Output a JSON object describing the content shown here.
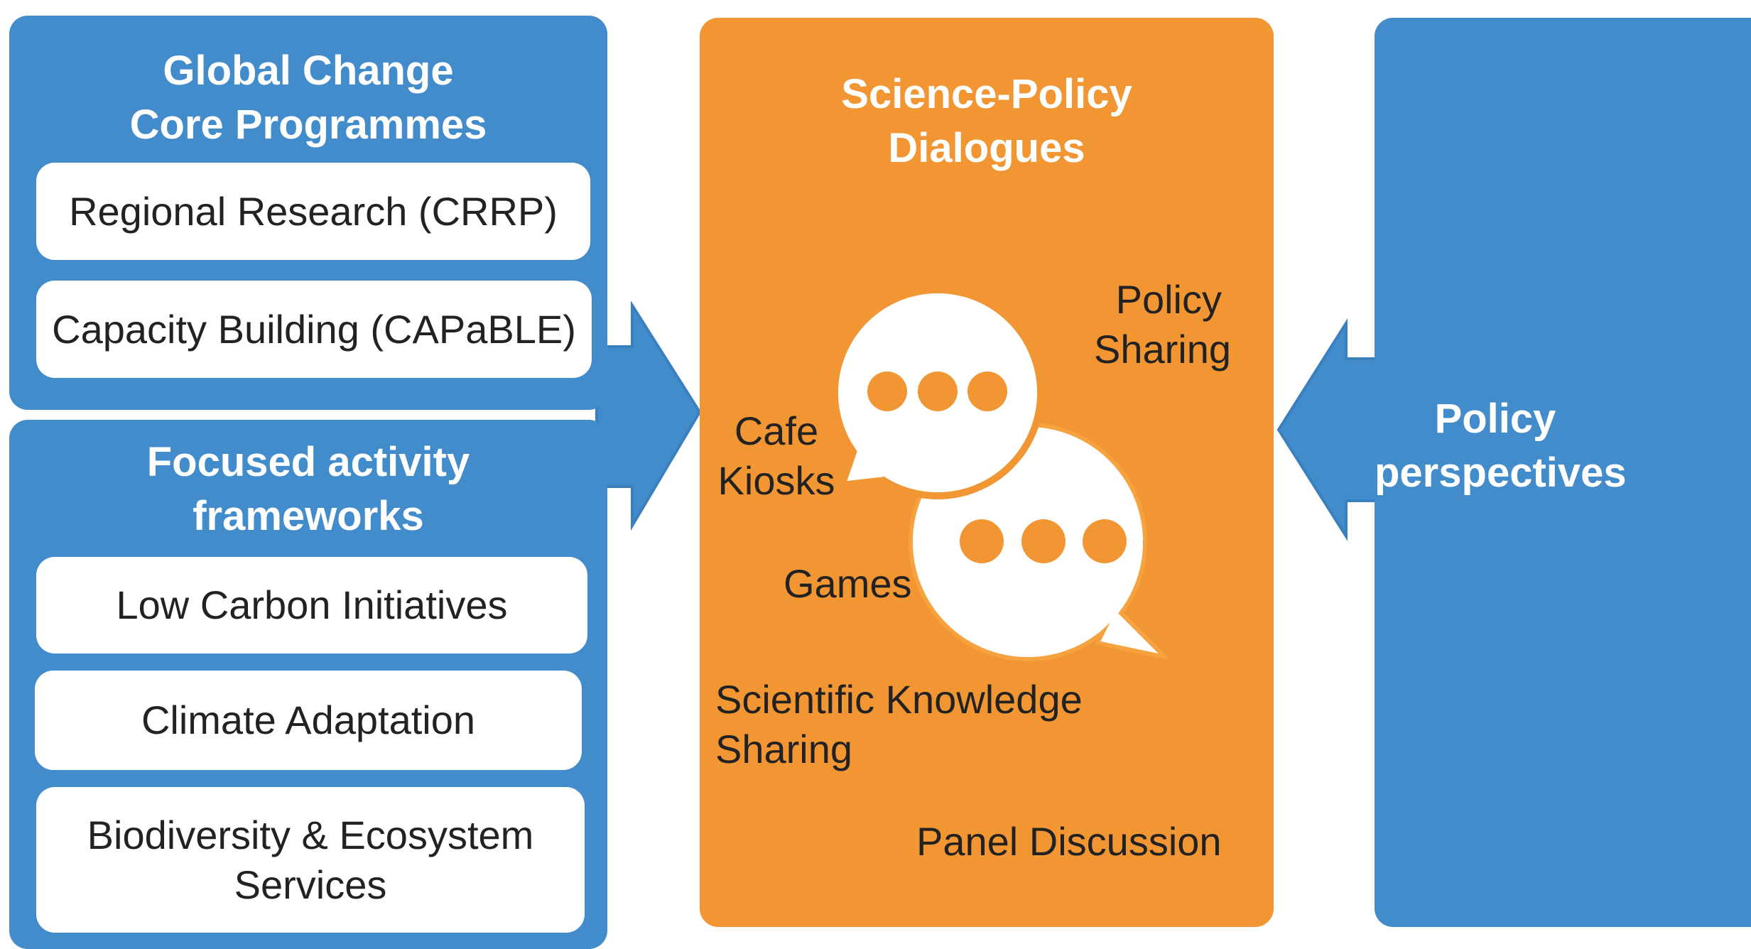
{
  "left_top_panel": {
    "title": "Global Change\nCore Programmes",
    "items": [
      "Regional Research (CRRP)",
      "Capacity Building (CAPaBLE)"
    ]
  },
  "left_bottom_panel": {
    "title": "Focused activity\nframeworks",
    "items": [
      "Low Carbon Initiatives",
      "Climate Adaptation",
      "Biodiversity & Ecosystem\nServices"
    ]
  },
  "center_panel": {
    "title": "Science-Policy\nDialogues",
    "activities": {
      "policy_sharing": "Policy\nSharing",
      "cafe_kiosks": "Cafe\nKiosks",
      "games": "Games",
      "scientific_knowledge": "Scientific Knowledge\nSharing",
      "panel_discussion": "Panel Discussion"
    }
  },
  "right_panel": {
    "title": "Policy\nperspectives"
  },
  "icons": [
    "right-arrow-icon",
    "left-arrow-icon",
    "chat-bubbles-icon"
  ],
  "colors": {
    "blue": "#428ccb",
    "orange": "#f29633",
    "white": "#ffffff",
    "text_dark": "#222222"
  }
}
